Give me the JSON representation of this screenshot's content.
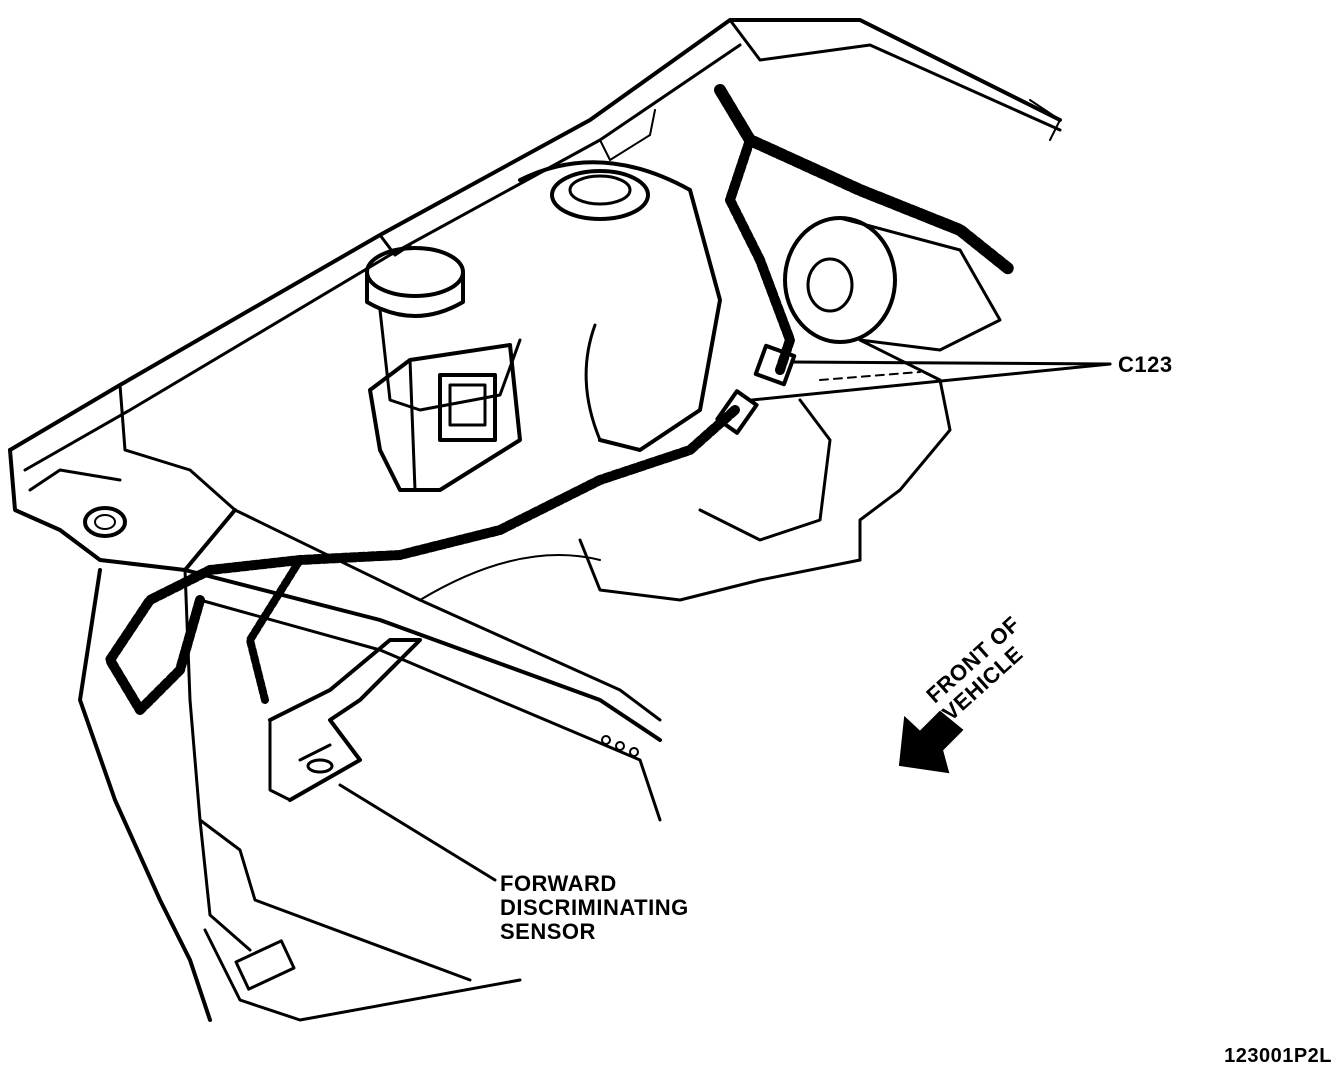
{
  "diagram": {
    "callouts": {
      "connector": "C123",
      "sensor_line1": "FORWARD",
      "sensor_line2": "DISCRIMINATING",
      "sensor_line3": "SENSOR"
    },
    "orientation": {
      "line1": "FRONT OF",
      "line2": "VEHICLE"
    },
    "figure_id": "123001P2L",
    "colors": {
      "ink": "#000000",
      "paper": "#ffffff"
    }
  }
}
